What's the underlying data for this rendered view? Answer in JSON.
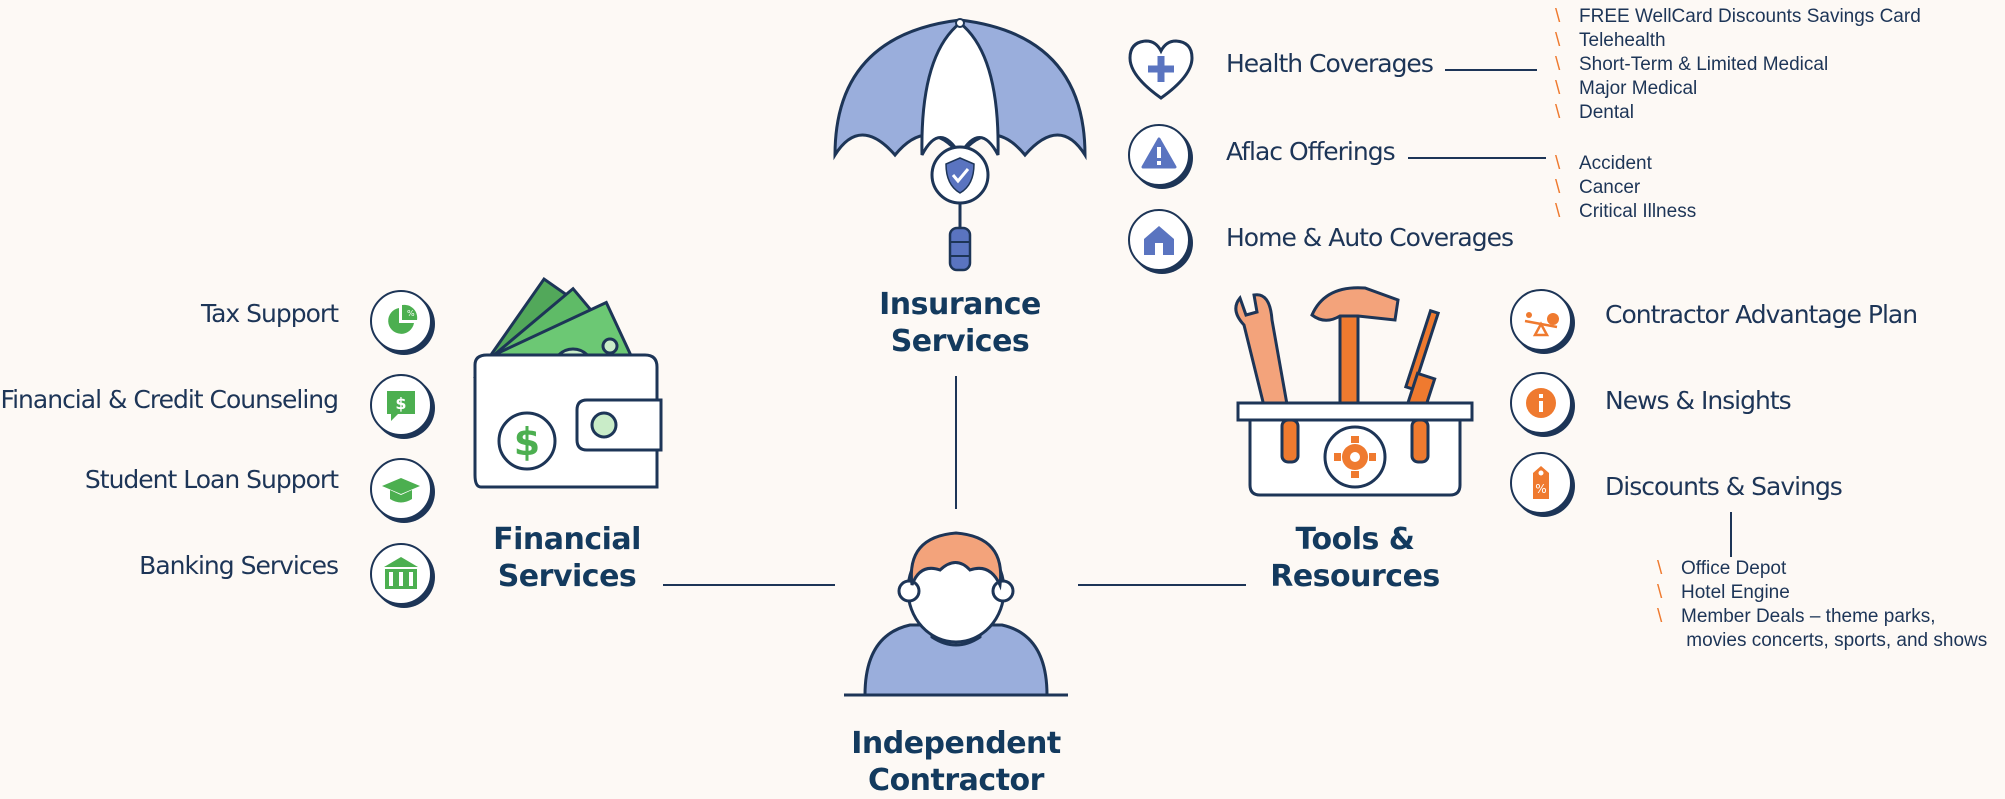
{
  "center": {
    "title_line1": "Independent",
    "title_line2": "Contractor"
  },
  "insurance": {
    "title_line1": "Insurance",
    "title_line2": "Services",
    "items": [
      {
        "label": "Health Coverages",
        "icon": "heart-plus-icon"
      },
      {
        "label": "Aflac Offerings",
        "icon": "warning-icon"
      },
      {
        "label": "Home & Auto Coverages",
        "icon": "house-icon"
      }
    ],
    "health_sub": [
      "FREE WellCard Discounts Savings Card",
      "Telehealth",
      "Short-Term & Limited Medical",
      "Major Medical",
      "Dental"
    ],
    "aflac_sub": [
      "Accident",
      "Cancer",
      "Critical Illness"
    ]
  },
  "financial": {
    "title_line1": "Financial",
    "title_line2": "Services",
    "items": [
      {
        "label": "Tax Support",
        "icon": "pie-chart-icon"
      },
      {
        "label": "Financial & Credit Counseling",
        "icon": "dollar-chat-icon"
      },
      {
        "label": "Student Loan Support",
        "icon": "graduation-cap-icon"
      },
      {
        "label": "Banking Services",
        "icon": "bank-icon"
      }
    ]
  },
  "tools": {
    "title_line1": "Tools &",
    "title_line2": "Resources",
    "items": [
      {
        "label": "Contractor Advantage Plan",
        "icon": "seesaw-icon"
      },
      {
        "label": "News & Insights",
        "icon": "info-icon"
      },
      {
        "label": "Discounts & Savings",
        "icon": "price-tag-icon"
      }
    ],
    "discount_sub": [
      "Office Depot",
      "Hotel Engine",
      "Member Deals –  theme parks,",
      " movies concerts, sports, and shows"
    ]
  },
  "colors": {
    "navy": "#1d3557",
    "orange": "#ef7a2f",
    "green": "#4caf50",
    "blue": "#6f86c6",
    "background": "#fdf9f5"
  }
}
